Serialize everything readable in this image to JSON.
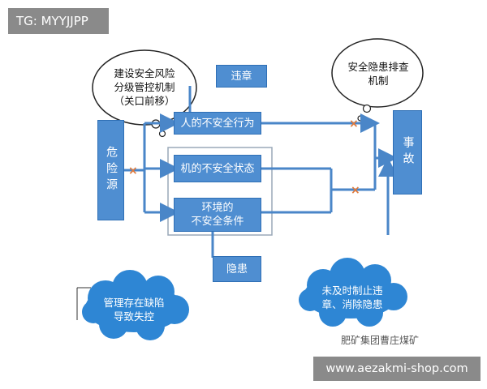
{
  "watermark_tag": "TG: MYYJJPP",
  "site_url": "www.aezakmi-shop.com",
  "wechat_watermark": "肥矿集团曹庄煤矿",
  "bubbles": {
    "left_top": "建设安全风险\n分级管控机制\n（关口前移）",
    "right_top": "安全隐患排查\n机制",
    "bottom_left": "管理存在缺陷\n导致失控",
    "bottom_right": "未及时制止违\n章、消除隐患"
  },
  "nodes": {
    "hazard_source": "危险源",
    "violation": "违章",
    "unsafe_behavior": "人的不安全行为",
    "unsafe_state": "机的不安全状态",
    "unsafe_env": "环境的\n不安全条件",
    "hidden_danger": "隐患",
    "accident": "事故"
  },
  "barrier_mark": "×",
  "colors": {
    "box_fill": "#4f8ed1",
    "arrow": "#4a86c8",
    "cross": "#e07a3c",
    "cloud_fill": "#2e86d4"
  }
}
